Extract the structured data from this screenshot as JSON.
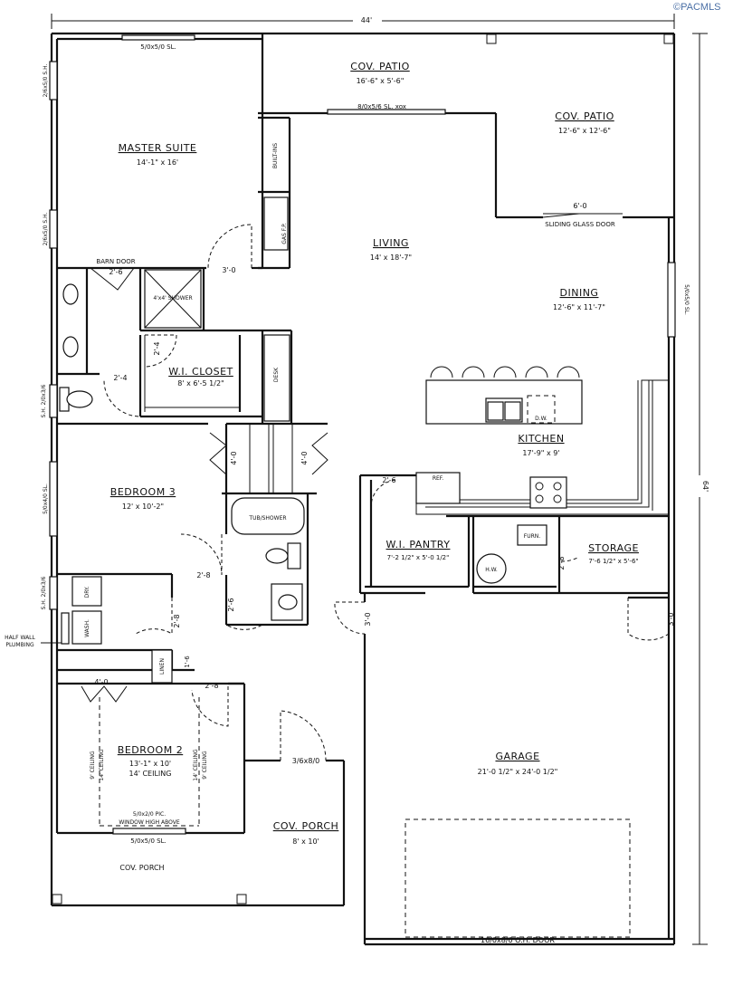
{
  "watermark": "©PACMLS",
  "overall": {
    "width": "44'",
    "depth": "64'"
  },
  "rooms": {
    "master_suite": {
      "name": "MASTER SUITE",
      "size": "14'-1\" x 16'"
    },
    "cov_patio_1": {
      "name": "COV. PATIO",
      "size": "16'-6\" x 5'-6\""
    },
    "cov_patio_2": {
      "name": "COV. PATIO",
      "size": "12'-6\" x 12'-6\""
    },
    "living": {
      "name": "LIVING",
      "size": "14' x 18'-7\""
    },
    "dining": {
      "name": "DINING",
      "size": "12'-6\" x 11'-7\""
    },
    "kitchen": {
      "name": "KITCHEN",
      "size": "17'-9\" x 9'"
    },
    "wi_closet": {
      "name": "W.I. CLOSET",
      "size": "8' x 6'-5 1/2\""
    },
    "bedroom3": {
      "name": "BEDROOM 3",
      "size": "12' x 10'-2\""
    },
    "wi_pantry": {
      "name": "W.I. PANTRY",
      "size": "7'-2 1/2\" x 5'-0 1/2\""
    },
    "storage": {
      "name": "STORAGE",
      "size": "7'-6 1/2\" x 5'-6\""
    },
    "bedroom2": {
      "name": "BEDROOM 2",
      "size": "13'-1\" x 10'",
      "ceiling": "14' CEILING"
    },
    "garage": {
      "name": "GARAGE",
      "size": "21'-0 1/2\" x 24'-0 1/2\""
    },
    "cov_porch_main": {
      "name": "COV. PORCH",
      "size": "8' x 10'"
    },
    "cov_porch_front": {
      "name": "COV. PORCH"
    }
  },
  "windows": {
    "master_top": "5/0x5/0 SL.",
    "master_side_1": "2/6x5/0 S.H.",
    "master_side_2": "2/6x5/0 S.H.",
    "patio_slider": "8/0x5/6 SL. xox",
    "dining_side": "5/0x5/0 SL.",
    "bath_side": "S.H. 2/0x3/6",
    "bed3_side": "5/0x4/0 SL.",
    "laundry_side": "S.H. 2/0x3/6",
    "bed2_pic_1": "5/0x2/0 PIC.",
    "bed2_pic_2": "WINDOW HIGH ABOVE",
    "bed2_bottom": "5/0x5/0 SL.",
    "sliding_glass": "SLIDING GLASS DOOR",
    "sliding_glass_dim": "6'-0"
  },
  "doors": {
    "barn_door": "BARN DOOR",
    "barn_dim": "2'-6",
    "master_entry": "3'-0",
    "closet_1": "2'-4",
    "closet_2": "2'-4",
    "bed3_closet_1": "4'-0",
    "bed3_closet_2": "4'-0",
    "pantry": "2'-6",
    "bath2": "2'-6",
    "bed3_entry": "2'-8",
    "laundry": "2'-8",
    "bed2_entry": "2'-8",
    "bed2_closet": "4'-0",
    "linen_door": "1'-6",
    "front_door": "3/6x8/0",
    "garage_entry": "3'-0",
    "storage_door": "2'-8",
    "garage_side": "3'-0",
    "garage_door": "16/0x8/0 O.H. DOOR"
  },
  "fixtures": {
    "shower": "4'x4' SHOWER",
    "built_ins": "BUILT-INS",
    "gas_fp": "GAS F.P.",
    "desk": "DESK",
    "dw": "D.W.",
    "ref": "REF.",
    "tub": "TUB/SHOWER",
    "dry": "DRY.",
    "wash": "WASH.",
    "linen": "LINEN",
    "furn": "FURN.",
    "hw": "H.W.",
    "half_wall_1": "HALF WALL",
    "half_wall_2": "PLUMBING",
    "ceil_9": "9' CEILING",
    "ceil_14": "14' CEILING"
  }
}
